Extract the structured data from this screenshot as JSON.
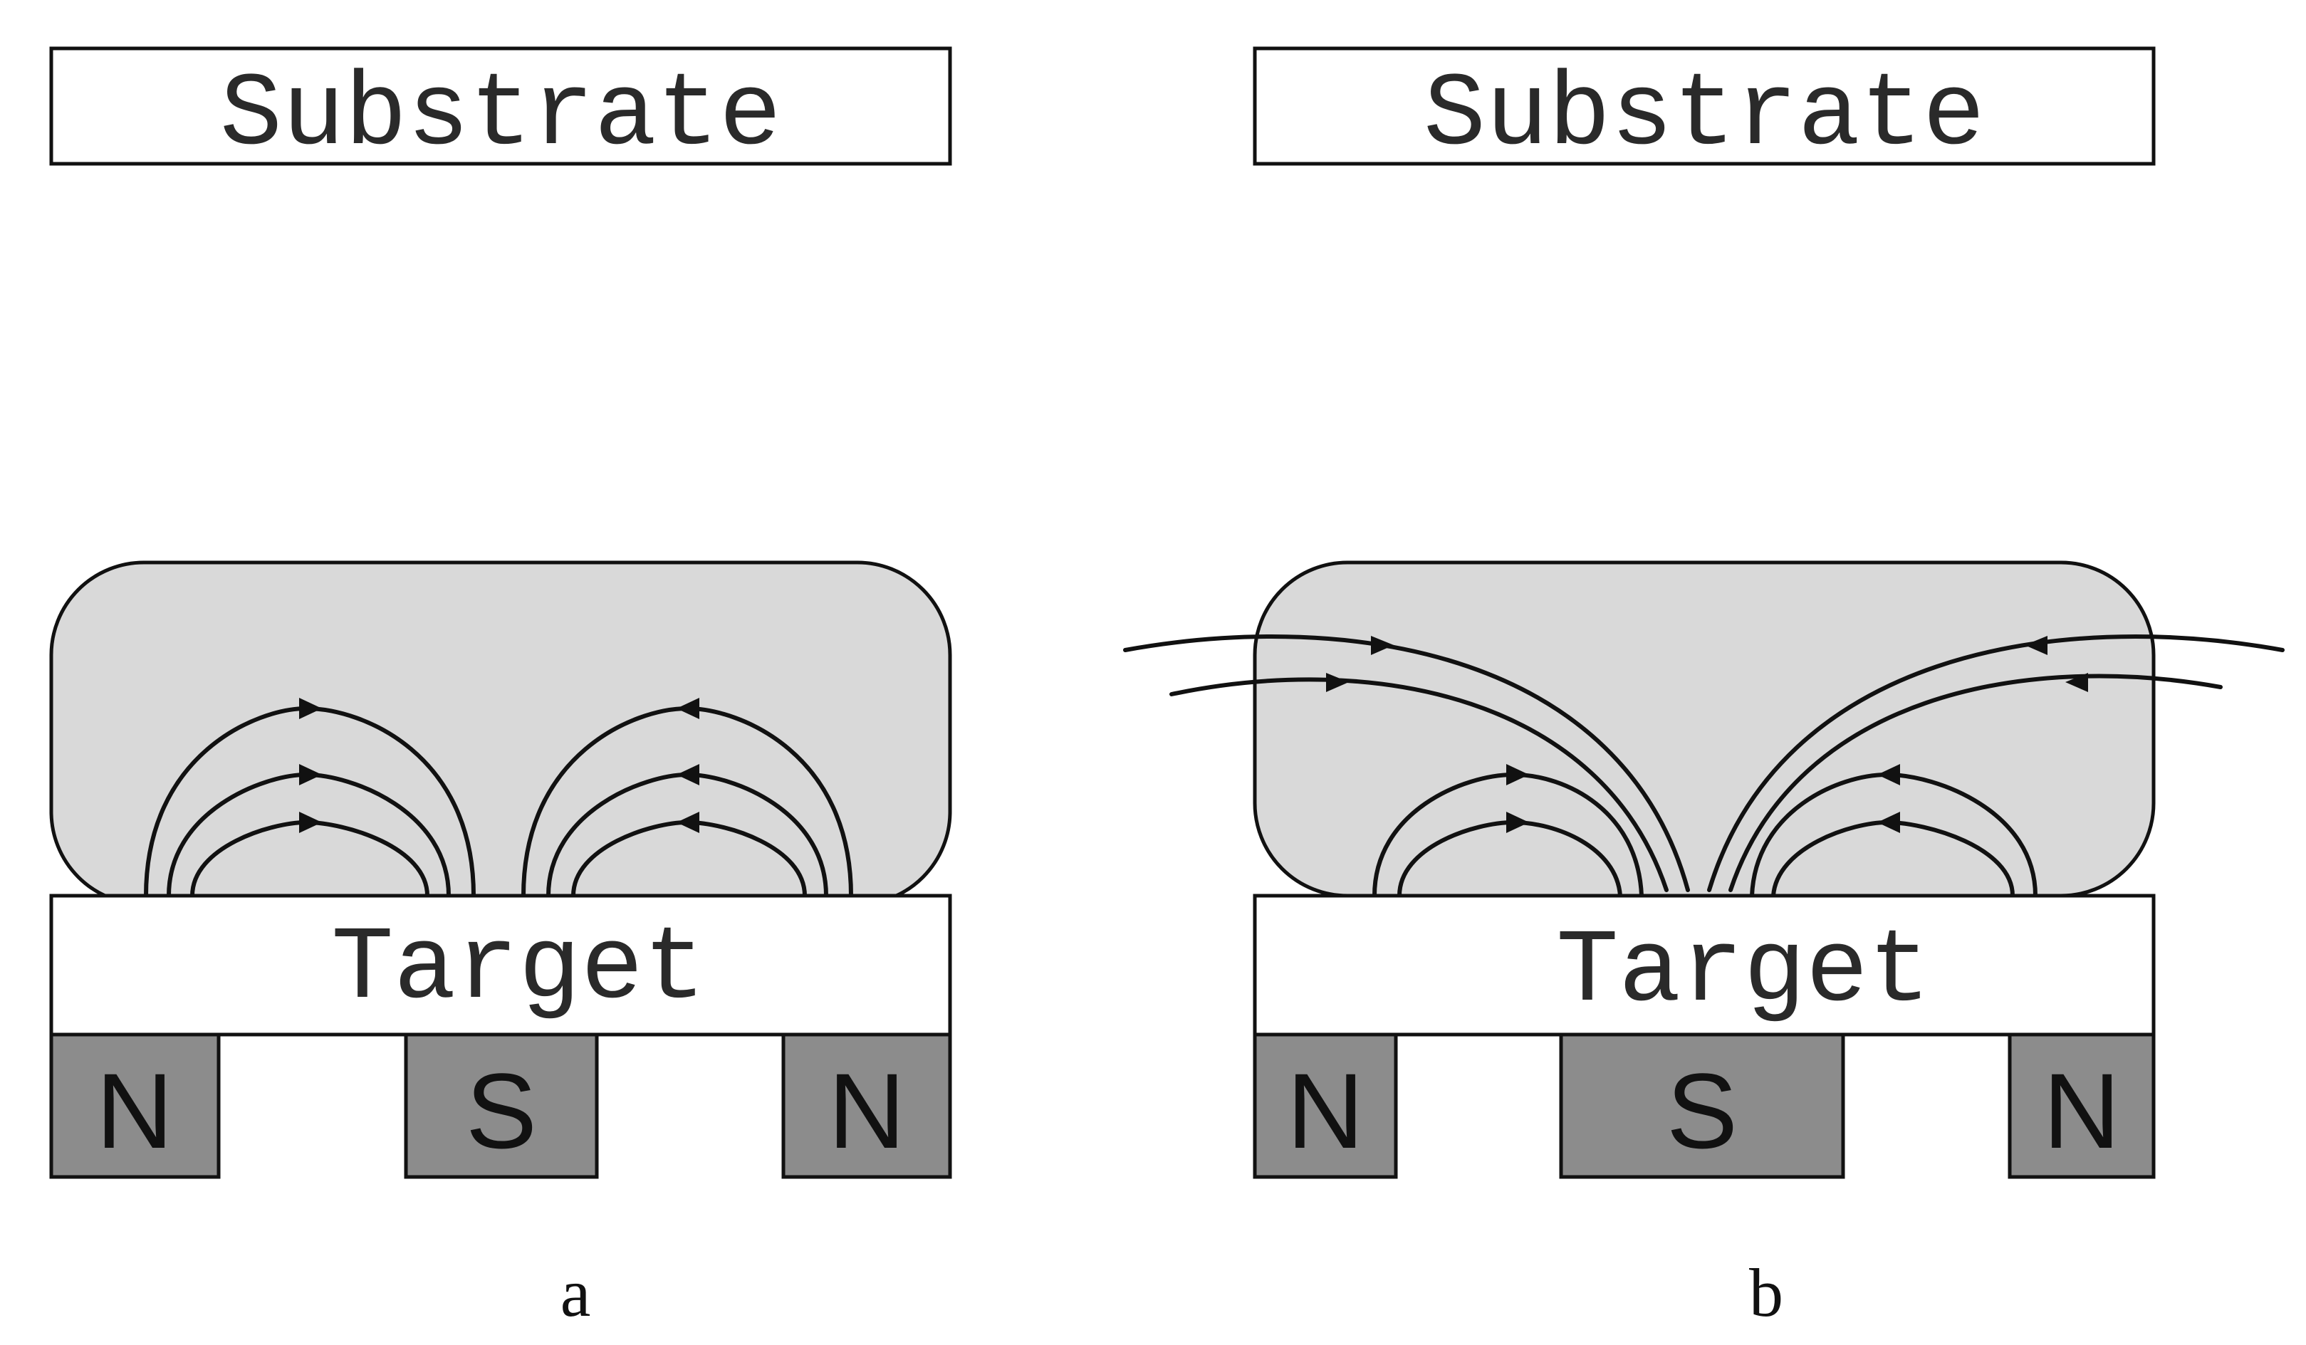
{
  "panels": [
    {
      "id": "a",
      "label": "a",
      "substrate_label": "Substrate",
      "target_label": "Target",
      "magnets": [
        "N",
        "S",
        "N"
      ]
    },
    {
      "id": "b",
      "label": "b",
      "substrate_label": "Substrate",
      "target_label": "Target",
      "magnets": [
        "N",
        "S",
        "N"
      ]
    }
  ],
  "colors": {
    "plasma_fill": "#d9d9d9",
    "magnet_fill": "#8c8c8c",
    "box_fill": "#ffffff",
    "stroke": "#111111"
  }
}
